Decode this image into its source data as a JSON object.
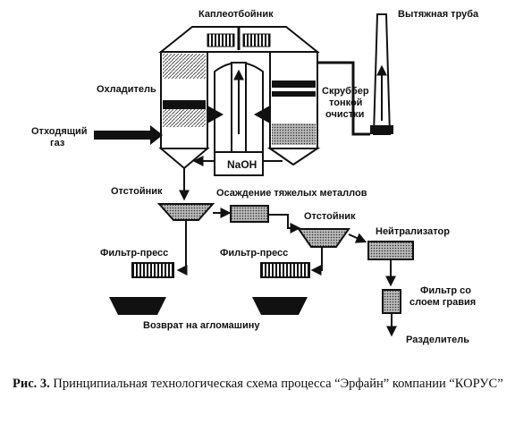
{
  "labels": {
    "droplet_separator": "Каплеотбойник",
    "exhaust_stack": "Вытяжная труба",
    "cooler": "Охладитель",
    "scrubber_line1": "Скруббер",
    "scrubber_line2": "тонкой",
    "scrubber_line3": "очистки",
    "offgas_line1": "Отходящий",
    "offgas_line2": "газ",
    "naoh": "NaOH",
    "settler_1": "Отстойник",
    "heavy_metals": "Осаждение тяжелых металлов",
    "settler_2": "Отстойник",
    "neutralizer": "Нейтрализатор",
    "filter_press_1": "Фильтр-пресс",
    "filter_press_2": "Фильтр-пресс",
    "gravel_filter_line1": "Фильтр со",
    "gravel_filter_line2": "слоем гравия",
    "return_sinter": "Возврат на агломашину",
    "separator": "Разделитель"
  },
  "caption": {
    "fig": "Рис. 3.",
    "text": "Принципиальная технологическая схема процесса “Эрфайн” компании “КОРУС”"
  },
  "colors": {
    "ink": "#111111",
    "hatch": "#555555",
    "background": "#ffffff"
  }
}
